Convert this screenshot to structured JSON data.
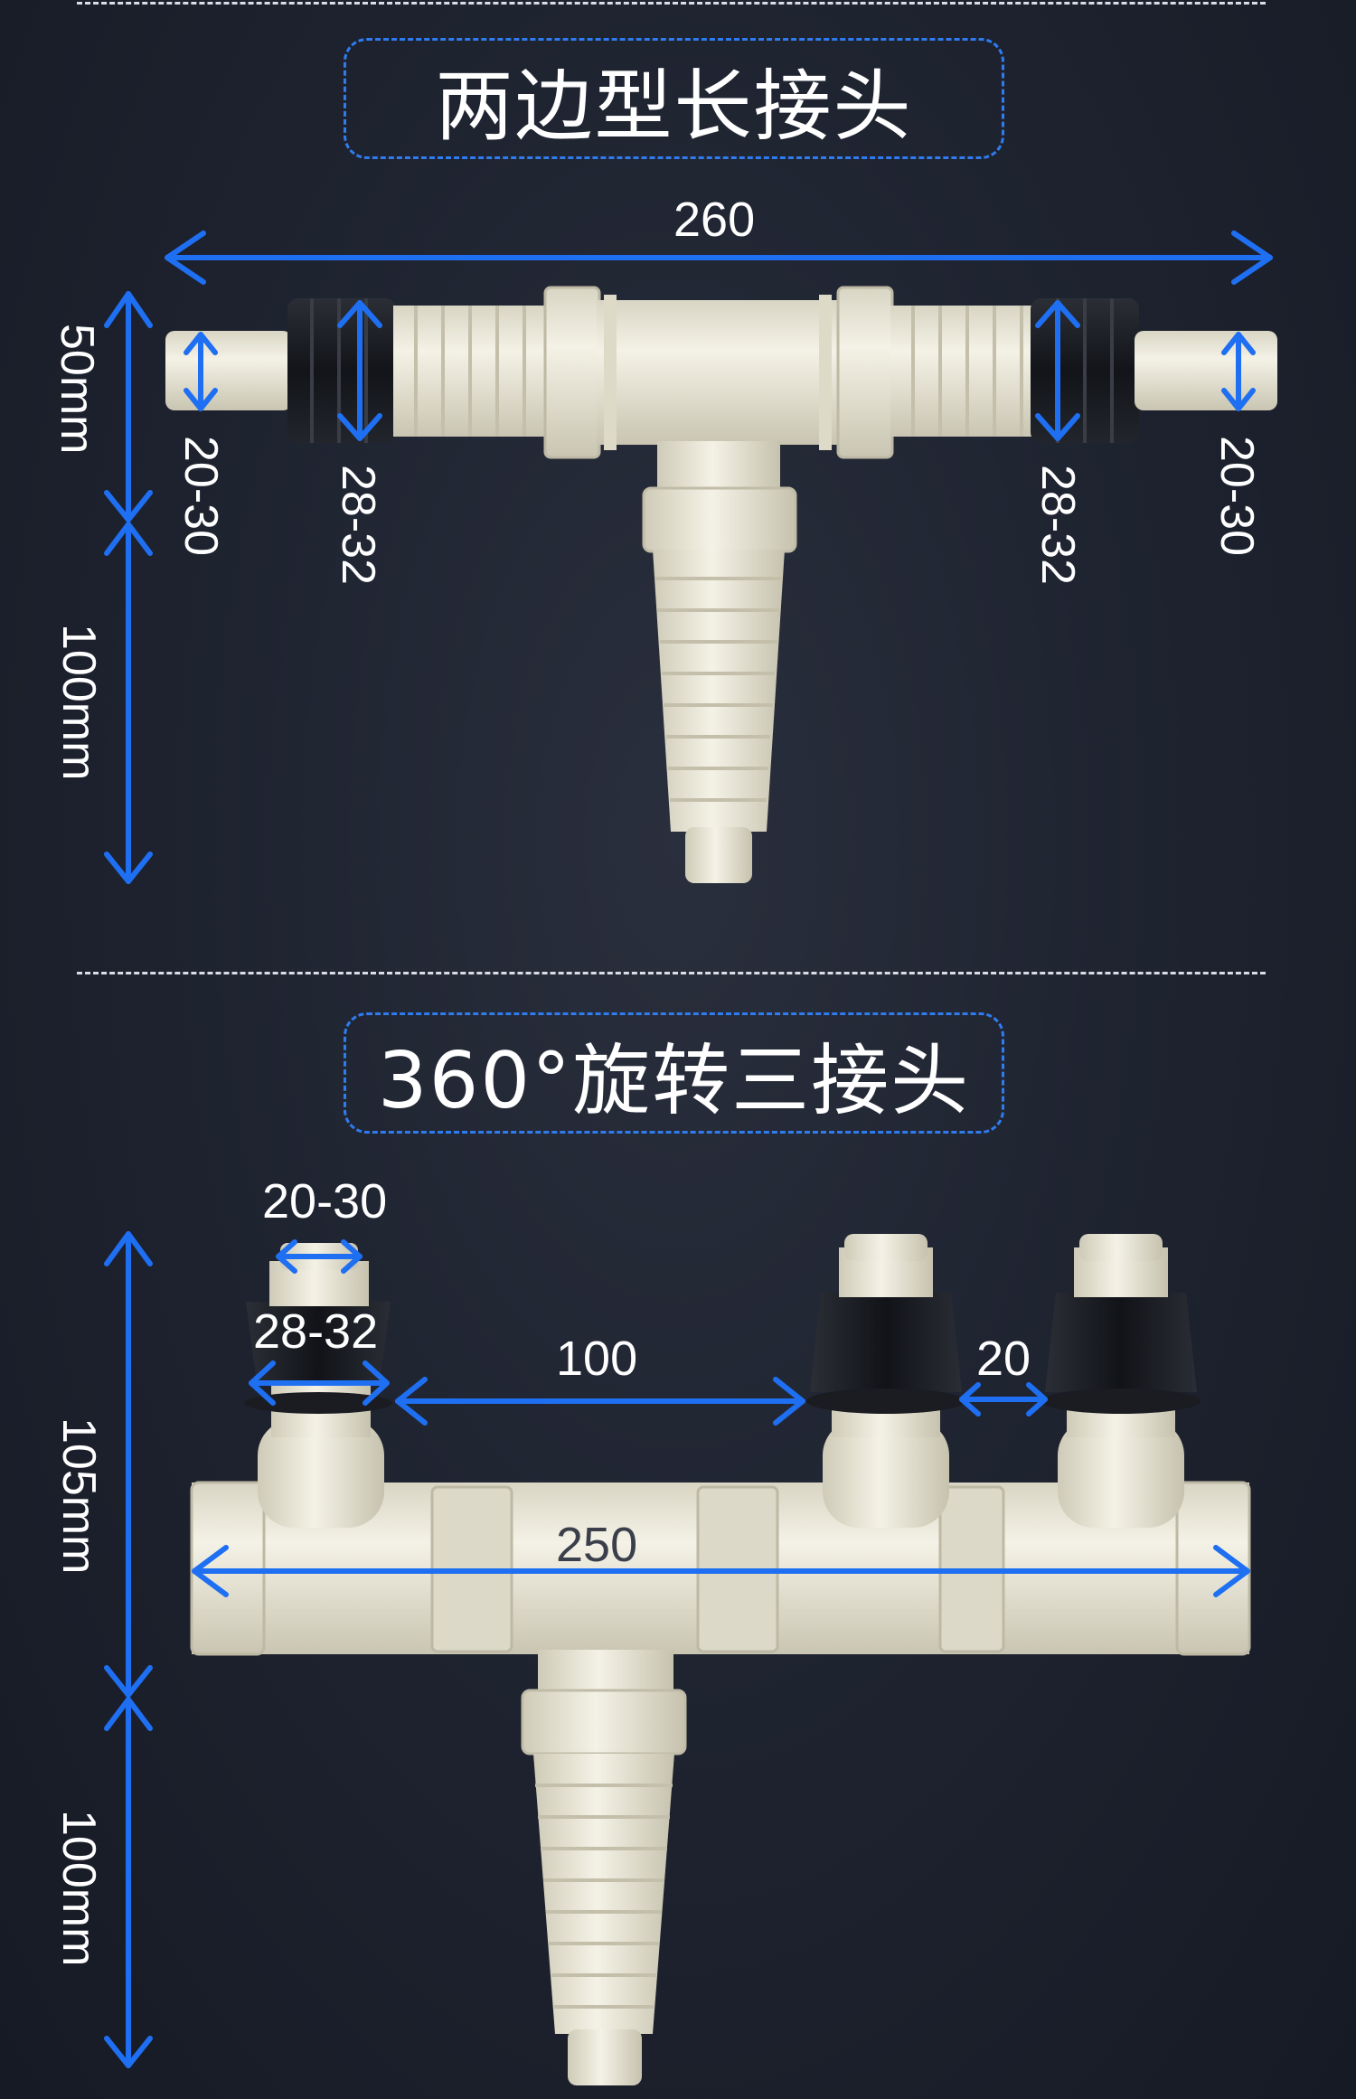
{
  "section1": {
    "title": "两边型长接头",
    "width_label": "260",
    "height_top_label": "50mm",
    "height_bottom_label": "100mm",
    "left_small_label": "20-30",
    "left_large_label": "28-32",
    "right_large_label": "28-32",
    "right_small_label": "20-30"
  },
  "section2": {
    "title": "360°旋转三接头",
    "small_label": "20-30",
    "large_label": "28-32",
    "spacing_label": "100",
    "gap_label": "20",
    "width_label": "250",
    "height_top_label": "105mm",
    "height_bottom_label": "100mm"
  },
  "colors": {
    "background": "#1f2431",
    "accent_blue": "#1f6ff2",
    "pipe_white": "#ece9d8",
    "rubber_black": "#15171c"
  }
}
